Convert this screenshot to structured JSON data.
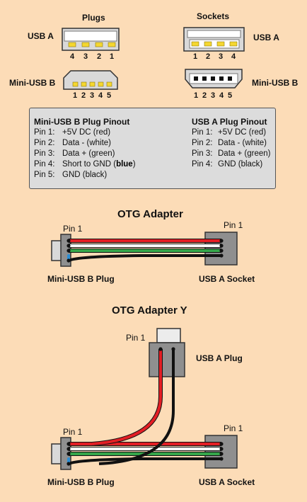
{
  "connectors": {
    "plugs_header": "Plugs",
    "sockets_header": "Sockets",
    "usb_a_left": "USB A",
    "usb_a_right": "USB A",
    "mini_left": "Mini-USB B",
    "mini_right": "Mini-USB B",
    "usb_a_plug_pins": [
      "4",
      "3",
      "2",
      "1"
    ],
    "usb_a_socket_pins": [
      "1",
      "2",
      "3",
      "4"
    ],
    "mini_plug_pins": [
      "1",
      "2",
      "3",
      "4",
      "5"
    ],
    "mini_socket_pins": [
      "1",
      "2",
      "3",
      "4",
      "5"
    ]
  },
  "pinout": {
    "mini": {
      "title": "Mini-USB B Plug Pinout",
      "rows": [
        {
          "pin": "Pin 1:",
          "desc": "+5V DC (red)"
        },
        {
          "pin": "Pin 2:",
          "desc": "Data - (white)"
        },
        {
          "pin": "Pin 3:",
          "desc": "Data + (green)"
        },
        {
          "pin": "Pin 4:",
          "desc": "Short to GND (",
          "bold": "blue",
          "tail": ")"
        },
        {
          "pin": "Pin 5:",
          "desc": "GND (black)"
        }
      ]
    },
    "usba": {
      "title": "USB A Plug Pinout",
      "rows": [
        {
          "pin": "Pin 1:",
          "desc": "+5V DC (red)"
        },
        {
          "pin": "Pin 2:",
          "desc": "Data - (white)"
        },
        {
          "pin": "Pin 3:",
          "desc": "Data + (green)"
        },
        {
          "pin": "Pin 4:",
          "desc": "GND (black)"
        }
      ]
    }
  },
  "otg": {
    "title": "OTG Adapter",
    "pin1_left": "Pin 1",
    "pin1_right": "Pin 1",
    "left_label": "Mini-USB B Plug",
    "right_label": "USB A Socket"
  },
  "otg_y": {
    "title": "OTG Adapter Y",
    "pin1_top": "Pin 1",
    "top_label": "USB A Plug",
    "pin1_left": "Pin 1",
    "pin1_right": "Pin 1",
    "left_label": "Mini-USB B Plug",
    "right_label": "USB A Socket"
  },
  "colors": {
    "background": "#fcdcb7",
    "red": "#e31e24",
    "white": "#ffffff",
    "green": "#35a64a",
    "blue": "#2b8fd6",
    "black": "#111111",
    "connector_gray": "#9a9a9a",
    "contact_gold": "#f5d730"
  }
}
